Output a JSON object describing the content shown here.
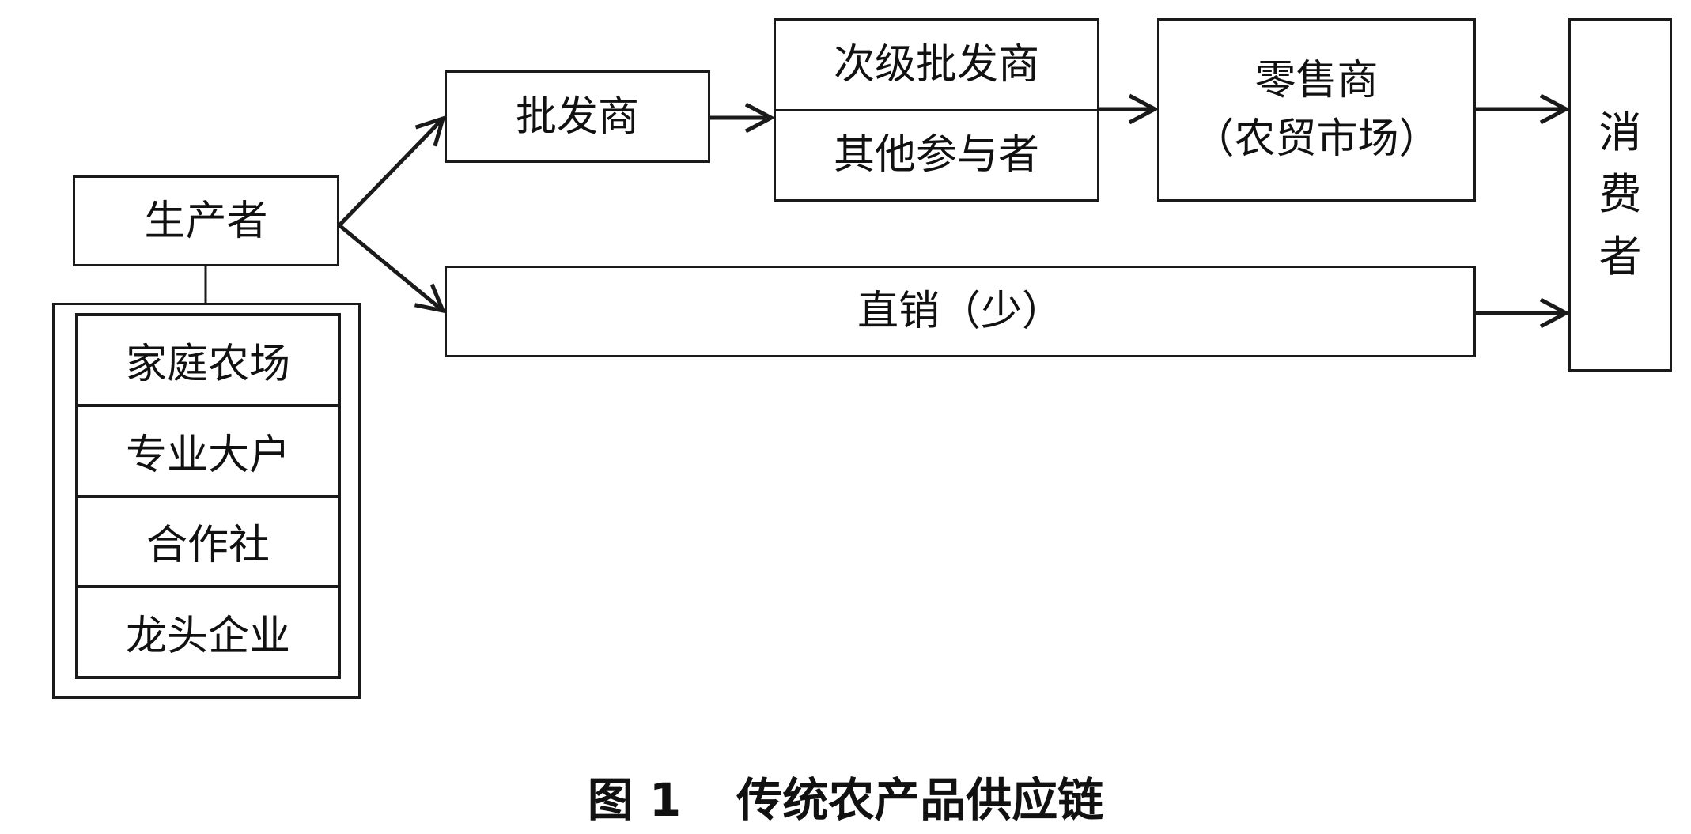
{
  "diagram": {
    "producer": "生产者",
    "producer_types": [
      "家庭农场",
      "专业大户",
      "合作社",
      "龙头企业"
    ],
    "wholesaler": "批发商",
    "secondary": {
      "top": "次级批发商",
      "bottom": "其他参与者"
    },
    "retailer": {
      "line1": "零售商",
      "line2": "（农贸市场）"
    },
    "direct_sales": "直销（少）",
    "consumer": [
      "消",
      "费",
      "者"
    ]
  },
  "caption": {
    "number": "图 1",
    "title": "传统农产品供应链"
  }
}
